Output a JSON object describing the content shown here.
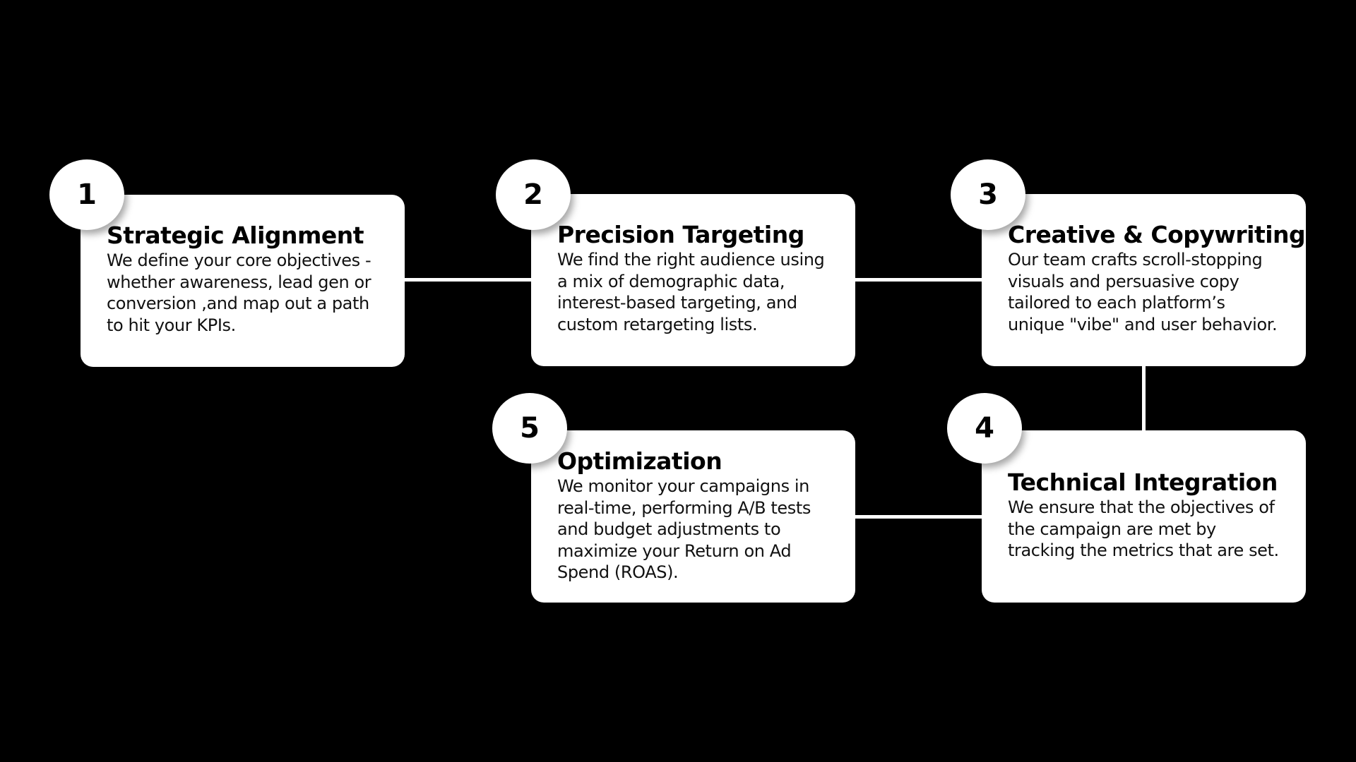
{
  "colors": {
    "background": "#000000",
    "card": "#ffffff",
    "text": "#000000",
    "connector": "#ffffff"
  },
  "steps": [
    {
      "number": "1",
      "title": "Strategic Alignment",
      "description": "We define your core objectives -\nwhether awareness, lead gen or\nconversion ,and map out a path\nto hit your KPIs."
    },
    {
      "number": "2",
      "title": "Precision Targeting",
      "description": "We find the right audience using\na mix of demographic data,\ninterest-based targeting, and\ncustom retargeting lists."
    },
    {
      "number": "3",
      "title": "Creative & Copywriting",
      "description": "Our team crafts scroll-stopping\nvisuals and persuasive copy\ntailored to each platform’s\nunique \"vibe\" and user behavior."
    },
    {
      "number": "4",
      "title": "Technical Integration",
      "description": "We ensure that the objectives of\nthe campaign are met by\ntracking the metrics that are set."
    },
    {
      "number": "5",
      "title": "Optimization",
      "description": "We monitor your campaigns in\nreal-time, performing A/B tests\nand budget adjustments to\nmaximize your Return on Ad\nSpend (ROAS)."
    }
  ],
  "connections": [
    [
      "1",
      "2"
    ],
    [
      "2",
      "3"
    ],
    [
      "3",
      "4"
    ],
    [
      "4",
      "5"
    ]
  ]
}
